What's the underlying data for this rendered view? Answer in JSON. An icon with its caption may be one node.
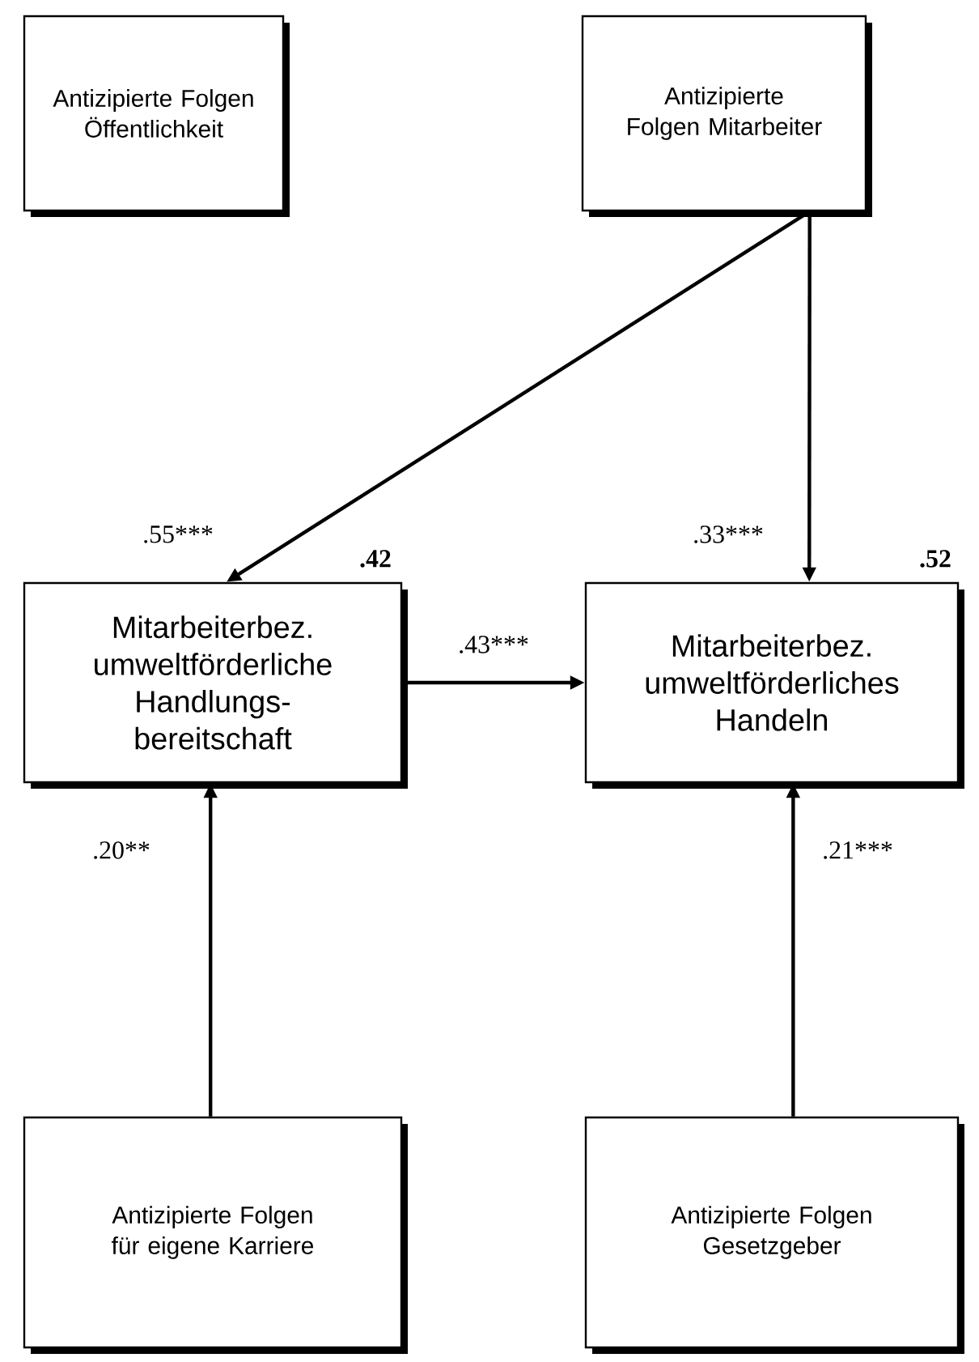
{
  "diagram": {
    "nodes": [
      {
        "text": [
          "Antizipierte Folgen Öffentlichkeit"
        ]
      },
      {
        "text": [
          "Antizipierte Folgen Mitarbeiter"
        ]
      },
      {
        "text": [
          "Mitarbeiterbez. umweltförderliche Handlungs- bereitschaft"
        ],
        "beside": [
          ".42"
        ]
      },
      {
        "text": [
          "Mitarbeiterbez. umweltförderliches Handeln"
        ],
        "beside": [
          ".52"
        ]
      },
      {
        "text": [
          "Antizipierte Folgen für eigene Karriere"
        ]
      },
      {
        "text": [
          "Antizipierte Folgen Gesetzgeber"
        ]
      }
    ],
    "edges": [
      {
        "from": 1,
        "to": 2,
        "arrow": "to",
        "label": ".55***"
      },
      {
        "from": 1,
        "to": 3,
        "arrow": "to",
        "label": ".33***"
      },
      {
        "from": 2,
        "to": 3,
        "arrow": "to",
        "label": ".43***"
      },
      {
        "from": 4,
        "to": 2,
        "arrow": "to",
        "label": ".20**"
      },
      {
        "from": 5,
        "to": 3,
        "arrow": "to",
        "label": ".21***"
      }
    ]
  }
}
